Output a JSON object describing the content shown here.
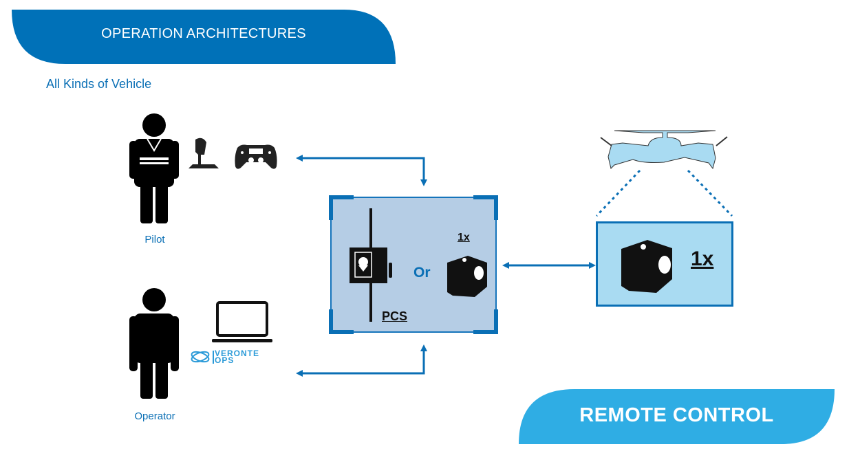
{
  "header": {
    "title": "OPERATION ARCHITECTURES",
    "subtitle": "All Kinds of Vehicle"
  },
  "footer": {
    "title": "REMOTE CONTROL"
  },
  "colors": {
    "primary_blue": "#0071b8",
    "light_blue_banner": "#2fade4",
    "pcs_box_fill": "#b5cde5",
    "camera_box_fill": "#a9dbf2",
    "drone_fill": "#a9dbf2",
    "icon_black": "#111111"
  },
  "actors": {
    "pilot": {
      "label": "Pilot",
      "devices": [
        "joystick-icon",
        "gamepad-icon"
      ]
    },
    "operator": {
      "label": "Operator",
      "devices": [
        "laptop-icon"
      ],
      "software_logo": {
        "line1": "VERONTE",
        "line2": "OPS"
      }
    }
  },
  "pcs_box": {
    "pcs_label": "PCS",
    "or_label": "Or",
    "autopilot_count": "1x"
  },
  "vehicle": {
    "icon": "drone-icon",
    "autopilot_count": "1x"
  }
}
